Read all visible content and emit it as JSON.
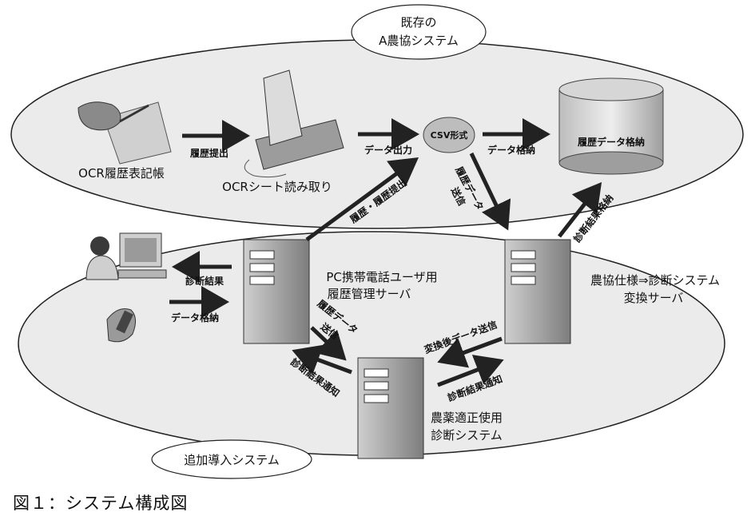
{
  "top_system": {
    "title_line1": "既存の",
    "title_line2": "A農協システム"
  },
  "bottom_system": {
    "title": "追加導入システム"
  },
  "nodes": {
    "ocr_form": "OCR履歴表記帳",
    "ocr_reader": "OCRシート読み取り",
    "csv": "CSV形式",
    "db": "履歴データ格納",
    "pc_server_line1": "PC携帯電話ユーザ用",
    "pc_server_line2": "履歴管理サーバ",
    "conv_server_line1": "農協仕様⇒診断システム",
    "conv_server_line2": "変換サーバ",
    "diag_line1": "農薬適正使用",
    "diag_line2": "診断システム"
  },
  "arrows": {
    "form_to_reader": "履歴提出",
    "reader_to_csv": "データ出力",
    "csv_to_db": "データ格納",
    "pc_to_csv": "履歴・履歴提出",
    "csv_to_conv_line1": "履歴データ",
    "csv_to_conv_line2": "送信",
    "conv_to_db": "診断結果格納",
    "server_to_user": "診断結果",
    "user_to_server": "データ格納",
    "pc_to_diag_line1": "履歴データ",
    "pc_to_diag_line2": "送信",
    "diag_to_pc": "診断結果通知",
    "conv_to_diag": "変換後データ送信",
    "diag_to_conv": "診断結果通知"
  },
  "caption": "図１：システム構成図"
}
